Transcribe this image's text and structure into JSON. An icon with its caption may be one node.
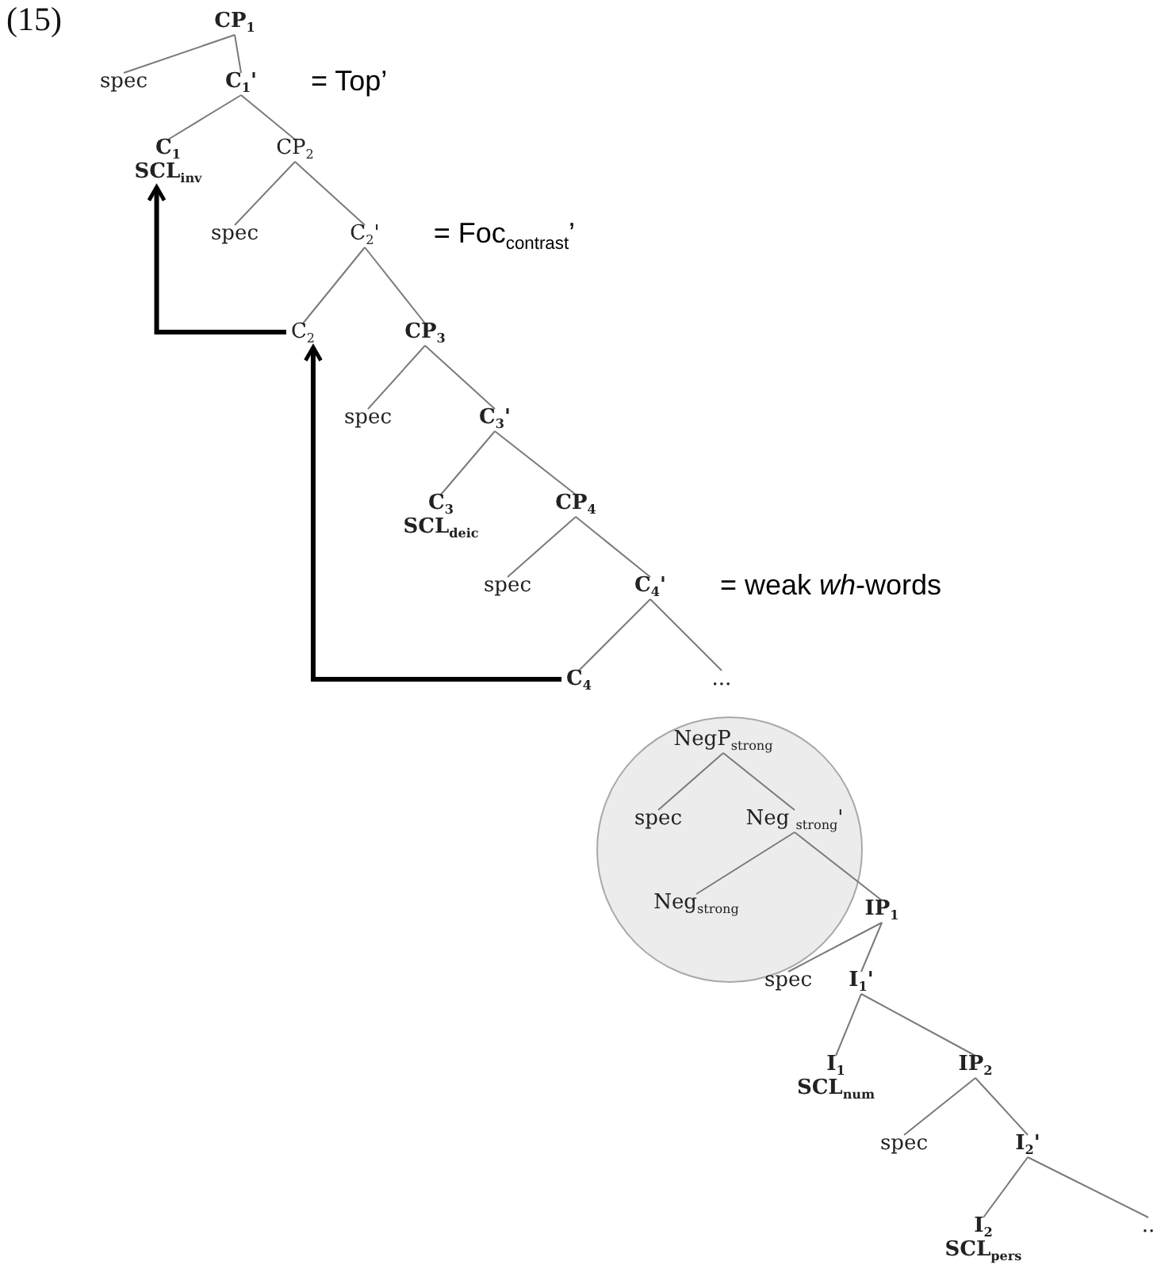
{
  "diagram": {
    "nodes": [
      {
        "text": [
          "CP$_{1}$"
        ]
      },
      {
        "text": [
          "spec"
        ]
      },
      {
        "text": [
          "C$_{1}$'"
        ],
        "beside": [
          "= Top’"
        ]
      },
      {
        "text": [
          "C$_{1}$",
          "SCL$_{inv}$"
        ]
      },
      {
        "text": [
          "CP$_{2}$"
        ]
      },
      {
        "text": [
          "spec"
        ]
      },
      {
        "text": [
          "C$_{2}$'"
        ],
        "beside": [
          "= Foc$_{contrast}$’"
        ]
      },
      {
        "text": [
          "C$_{2}$"
        ]
      },
      {
        "text": [
          "CP$_{3}$"
        ]
      },
      {
        "text": [
          "spec"
        ]
      },
      {
        "text": [
          "C$_{3}$'"
        ]
      },
      {
        "text": [
          "C$_{3}$",
          "SCL$_{deic}$"
        ]
      },
      {
        "text": [
          "CP$_{4}$"
        ]
      },
      {
        "text": [
          "spec"
        ]
      },
      {
        "text": [
          "C$_{4}$'"
        ],
        "beside": [
          "= weak *wh*-words"
        ]
      },
      {
        "text": [
          "C$_{4}$"
        ]
      },
      {
        "text": [
          "..."
        ]
      },
      {
        "text": [],
        "shape": "circle"
      },
      {
        "text": [
          "NegP$_{strong}$"
        ],
        "in": 17
      },
      {
        "text": [
          "spec"
        ],
        "in": 17
      },
      {
        "text": [
          "Neg $_{strong}$'"
        ],
        "in": 17
      },
      {
        "text": [
          "Neg$_{strong}$"
        ],
        "in": 17
      },
      {
        "text": [
          "IP$_{1}$"
        ]
      },
      {
        "text": [
          "spec"
        ]
      },
      {
        "text": [
          "I$_{1}$'"
        ]
      },
      {
        "text": [
          "I$_{1}$",
          "SCL$_{num}$"
        ]
      },
      {
        "text": [
          "IP$_{2}$"
        ]
      },
      {
        "text": [
          "spec"
        ]
      },
      {
        "text": [
          "I$_{2}$'"
        ]
      },
      {
        "text": [
          "I$_{2}$",
          "SCL$_{pers}$"
        ]
      },
      {
        "text": [
          ".."
        ]
      }
    ],
    "edges": [
      {
        "from": 0,
        "to": 1,
        "arrow": "none"
      },
      {
        "from": 0,
        "to": 2,
        "arrow": "none"
      },
      {
        "from": 2,
        "to": 3,
        "arrow": "none"
      },
      {
        "from": 2,
        "to": 4,
        "arrow": "none"
      },
      {
        "from": 4,
        "to": 5,
        "arrow": "none"
      },
      {
        "from": 4,
        "to": 6,
        "arrow": "none"
      },
      {
        "from": 6,
        "to": 7,
        "arrow": "none"
      },
      {
        "from": 6,
        "to": 8,
        "arrow": "none"
      },
      {
        "from": 8,
        "to": 9,
        "arrow": "none"
      },
      {
        "from": 8,
        "to": 10,
        "arrow": "none"
      },
      {
        "from": 10,
        "to": 11,
        "arrow": "none"
      },
      {
        "from": 10,
        "to": 12,
        "arrow": "none"
      },
      {
        "from": 12,
        "to": 13,
        "arrow": "none"
      },
      {
        "from": 12,
        "to": 14,
        "arrow": "none"
      },
      {
        "from": 14,
        "to": 15,
        "arrow": "none"
      },
      {
        "from": 14,
        "to": 16,
        "arrow": "none"
      },
      {
        "from": 18,
        "to": 19,
        "arrow": "none"
      },
      {
        "from": 18,
        "to": 20,
        "arrow": "none"
      },
      {
        "from": 20,
        "to": 21,
        "arrow": "none"
      },
      {
        "from": 20,
        "to": 22,
        "arrow": "none"
      },
      {
        "from": 22,
        "to": 23,
        "arrow": "none"
      },
      {
        "from": 22,
        "to": 24,
        "arrow": "none"
      },
      {
        "from": 24,
        "to": 25,
        "arrow": "none"
      },
      {
        "from": 24,
        "to": 26,
        "arrow": "none"
      },
      {
        "from": 26,
        "to": 27,
        "arrow": "none"
      },
      {
        "from": 26,
        "to": 28,
        "arrow": "none"
      },
      {
        "from": 28,
        "to": 29,
        "arrow": "none"
      },
      {
        "from": 28,
        "to": 30,
        "arrow": "none"
      },
      {
        "from": 7,
        "to": 3,
        "arrow": "to",
        "style": "thick",
        "color": "#000000"
      },
      {
        "from": 15,
        "to": 7,
        "arrow": "to",
        "style": "thick",
        "color": "#000000"
      }
    ],
    "labels": [
      "(15)"
    ]
  }
}
